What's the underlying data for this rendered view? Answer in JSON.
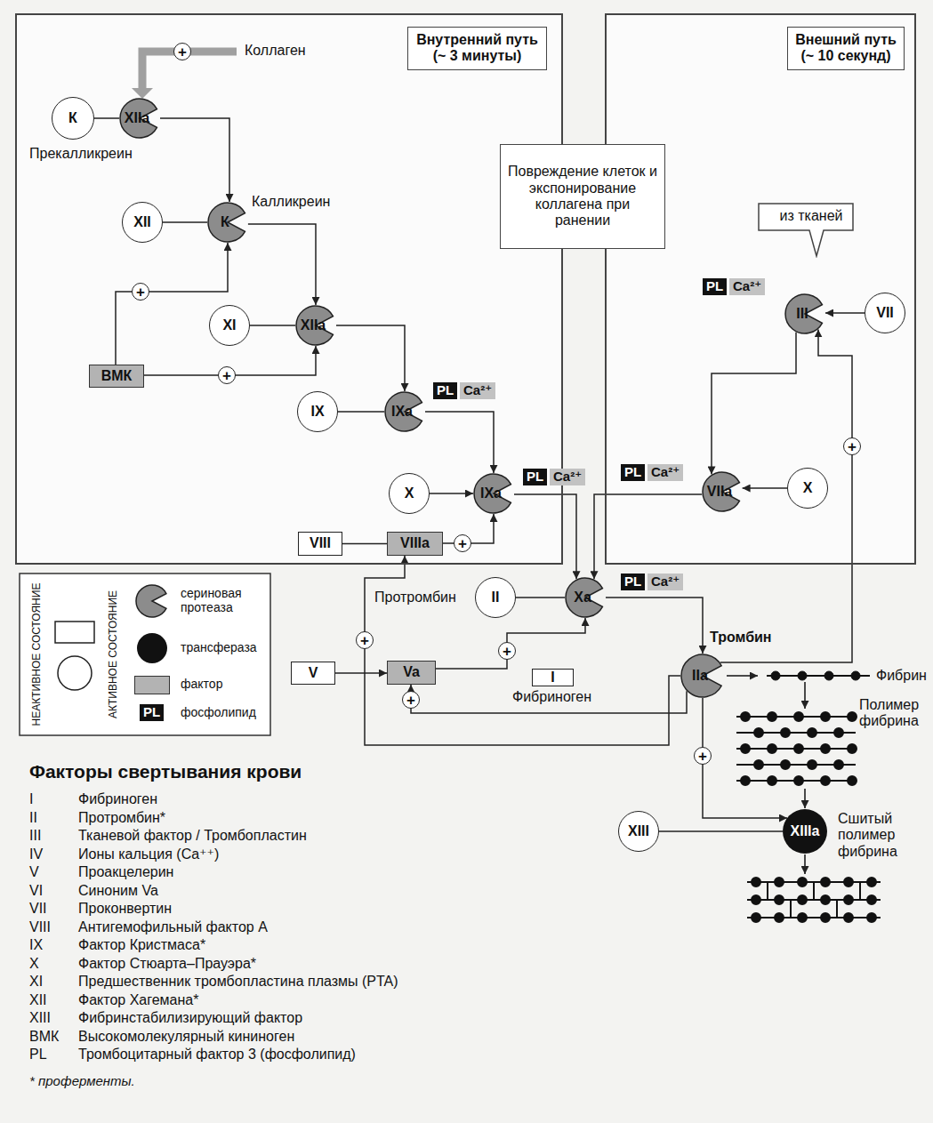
{
  "diagram": {
    "nodes": [
      {
        "text": [
          "Внутренний путь (~ 3 минуты)"
        ]
      },
      {
        "text": [
          "К",
          "Прекалликреин"
        ],
        "in": 0
      },
      {
        "text": [
          "XIIa"
        ],
        "in": 0
      },
      {
        "text": [
          "XII"
        ],
        "in": 0
      },
      {
        "text": [
          "К",
          "Калликреин"
        ],
        "in": 0
      },
      {
        "text": [
          "XI"
        ],
        "in": 0
      },
      {
        "text": [
          "XIIa"
        ],
        "in": 0
      },
      {
        "text": [
          "ВМК"
        ],
        "in": 0
      },
      {
        "text": [
          "IX"
        ],
        "in": 0
      },
      {
        "text": [
          "IXa"
        ],
        "in": 0
      },
      {
        "text": [
          "X"
        ],
        "in": 0
      },
      {
        "text": [
          "IXa"
        ],
        "in": 0
      },
      {
        "text": [
          "VIII"
        ],
        "in": 0
      },
      {
        "text": [
          "VIIIa"
        ],
        "in": 0
      },
      {
        "text": [
          "Повреждение клеток и экспонирование коллагена при ранении"
        ]
      },
      {
        "text": [
          "Внешний путь (~ 10 секунд)"
        ]
      },
      {
        "text": [
          "из тканей"
        ],
        "in": 15
      },
      {
        "text": [
          "III"
        ],
        "in": 15
      },
      {
        "text": [
          "VII"
        ],
        "in": 15
      },
      {
        "text": [
          "VIIa"
        ],
        "in": 15
      },
      {
        "text": [
          "X"
        ],
        "in": 15
      },
      {
        "text": [
          "V"
        ]
      },
      {
        "text": [
          "Va"
        ]
      },
      {
        "text": [
          "II",
          "Протромбин"
        ]
      },
      {
        "text": [
          "Xa"
        ]
      },
      {
        "text": [
          "I",
          "Фибриноген"
        ]
      },
      {
        "text": [
          "IIa",
          "Тромбин"
        ]
      },
      {
        "text": [
          "XIII"
        ]
      },
      {
        "text": [
          "XIIIa"
        ]
      }
    ],
    "edges": [
      {
        "from": 1,
        "to": 2,
        "arrow": "none"
      },
      {
        "from": 2,
        "to": 4,
        "arrow": "to"
      },
      {
        "from": 3,
        "to": 4,
        "arrow": "none"
      },
      {
        "from": 7,
        "to": 4,
        "arrow": "to"
      },
      {
        "from": 7,
        "to": 6,
        "arrow": "to"
      },
      {
        "from": 4,
        "to": 6,
        "arrow": "to"
      },
      {
        "from": 5,
        "to": 6,
        "arrow": "none"
      },
      {
        "from": 6,
        "to": 9,
        "arrow": "to"
      },
      {
        "from": 8,
        "to": 9,
        "arrow": "none"
      },
      {
        "from": 9,
        "to": 11,
        "arrow": "to"
      },
      {
        "from": 10,
        "to": 11,
        "arrow": "to"
      },
      {
        "from": 12,
        "to": 13,
        "arrow": "none"
      },
      {
        "from": 13,
        "to": 11,
        "arrow": "to"
      },
      {
        "from": 11,
        "to": 24,
        "arrow": "to"
      },
      {
        "from": 18,
        "to": 17,
        "arrow": "to"
      },
      {
        "from": 17,
        "to": 19,
        "arrow": "to"
      },
      {
        "from": 20,
        "to": 19,
        "arrow": "to"
      },
      {
        "from": 19,
        "to": 24,
        "arrow": "to"
      },
      {
        "from": 21,
        "to": 22,
        "arrow": "to"
      },
      {
        "from": 22,
        "to": 24,
        "arrow": "to"
      },
      {
        "from": 23,
        "to": 24,
        "arrow": "none"
      },
      {
        "from": 24,
        "to": 26,
        "arrow": "to"
      },
      {
        "from": 26,
        "to": 17,
        "arrow": "to"
      },
      {
        "from": 26,
        "to": 13,
        "arrow": "to"
      },
      {
        "from": 26,
        "to": 22,
        "arrow": "to"
      },
      {
        "from": 26,
        "to": 28,
        "arrow": "to"
      },
      {
        "from": 27,
        "to": 28,
        "arrow": "none"
      }
    ],
    "labels": [
      "Коллаген",
      "+",
      "+",
      "+",
      "+",
      "+",
      "+",
      "+",
      "+",
      "+",
      "PL",
      "Ca²⁺",
      "PL",
      "Ca²⁺",
      "PL",
      "Ca²⁺",
      "PL",
      "Ca²⁺",
      "PL",
      "Ca²⁺",
      "Фибрин",
      "Полимер фибрина",
      "Сшитый полимер фибрина",
      "НЕАКТИВНОЕ СОСТОЯНИЕ",
      "АКТИВНОЕ СОСТОЯНИЕ",
      "PL",
      "Факторы свертывания крови",
      "I",
      "Фибриноген",
      "II",
      "Протромбин*",
      "III",
      "Тканевой фактор / Тромбопластин",
      "IV",
      "Ионы кальция (Ca⁺⁺)",
      "V",
      "Проакцелерин",
      "VI",
      "Синоним Va",
      "VII",
      "Проконвертин",
      "VIII",
      "Антигемофильный фактор А",
      "IX",
      "Фактор Кристмаса*",
      "X",
      "Фактор Стюарта–Прауэра*",
      "XI",
      "Предшественник тромбопластина плазмы (PTA)",
      "XII",
      "Фактор Хагемана*",
      "XIII",
      "Фибринстабилизирующий фактор",
      "ВМК",
      "Высокомолекулярный кининоген",
      "PL",
      "Тромбоцитарный фактор 3 (фосфолипид)",
      "* проферменты."
    ],
    "legend": [
      {
        "text": "сериновая протеаза"
      },
      {
        "text": "трансфераза"
      },
      {
        "text": "фактор",
        "color": "#b3b3b3"
      },
      {
        "text": "фосфолипид"
      }
    ]
  }
}
